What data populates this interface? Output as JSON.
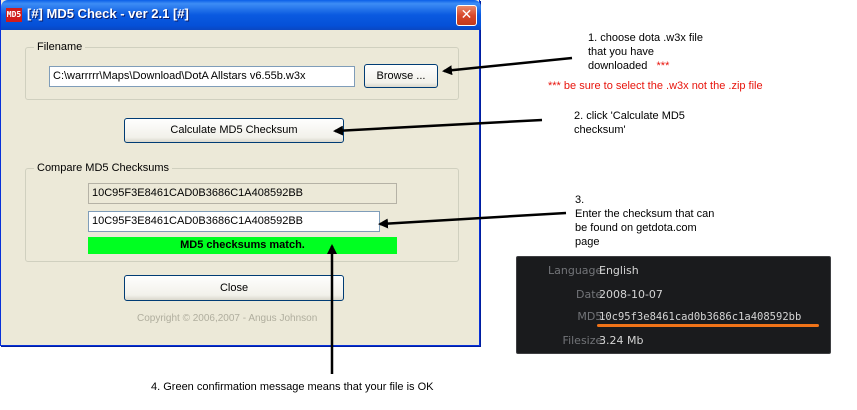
{
  "window": {
    "app_icon": "MD5",
    "title": "[#] MD5 Check - ver 2.1 [#]",
    "close_glyph": "✕"
  },
  "filename_group": {
    "label": "Filename",
    "path_value": "C:\\warrrrr\\Maps\\Download\\DotA Allstars v6.55b.w3x",
    "browse_label": "Browse ..."
  },
  "calculate_label": "Calculate MD5 Checksum",
  "compare_group": {
    "label": "Compare MD5 Checksums",
    "computed_checksum": "10C95F3E8461CAD0B3686C1A408592BB",
    "entered_checksum": "10C95F3E8461CAD0B3686C1A408592BB",
    "match_message": "MD5 checksums match.",
    "match_color": "#00ff21"
  },
  "close_label": "Close",
  "copyright": "Copyright © 2006,2007 - Angus Johnson",
  "annotations": {
    "step1": [
      "1.  choose dota .w3x file",
      "that you have",
      "downloaded"
    ],
    "step1_stars": "***",
    "step1_warning": "*** be sure to select the .w3x not the .zip file",
    "step2": [
      "2. click 'Calculate MD5",
      "checksum'"
    ],
    "step3": [
      "3.",
      "Enter the checksum that can",
      "be found on getdota.com",
      "page"
    ],
    "step4": "4. Green confirmation message means that your file is OK"
  },
  "info_panel": {
    "rows": [
      {
        "label": "Language:",
        "value": "English"
      },
      {
        "label": "Date:",
        "value": "2008-10-07"
      },
      {
        "label": "MD5:",
        "value": "10c95f3e8461cad0b3686c1a408592bb"
      },
      {
        "label": "Filesize:",
        "value": "3.24 Mb"
      }
    ],
    "highlight_color": "#f07318"
  }
}
